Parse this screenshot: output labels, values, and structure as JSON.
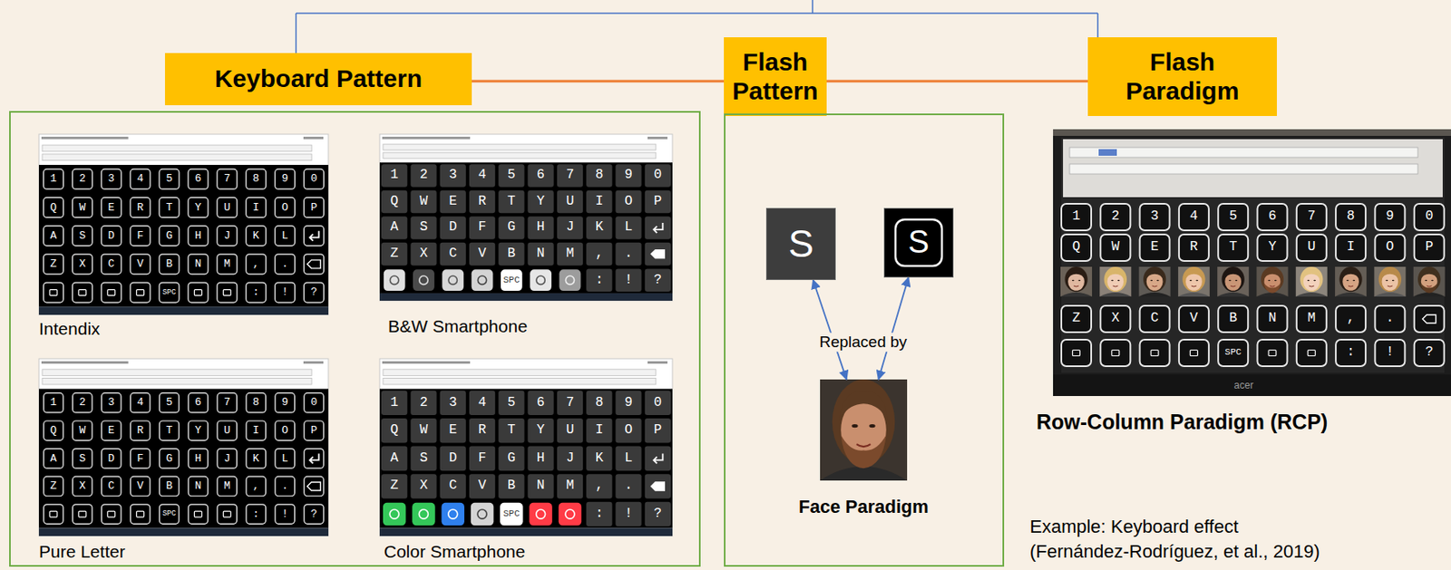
{
  "diagram": {
    "nodes": [
      {
        "text": [
          "Keyboard Pattern"
        ]
      },
      {
        "text": [
          "Intendix",
          "B&W Smartphone",
          "Pure Letter",
          "Color Smartphone"
        ]
      },
      {
        "text": [
          "Flash Pattern"
        ]
      },
      {
        "text": [
          "Replaced by"
        ]
      },
      {
        "text": [
          "S"
        ],
        "in": 3
      },
      {
        "text": [
          "S"
        ],
        "in": 3
      },
      {
        "text": [
          "Face Paradigm"
        ],
        "in": 3
      },
      {
        "text": [
          "Flash Paradigm"
        ]
      },
      {
        "text": [
          "Row-Column Paradigm (RCP)"
        ]
      }
    ],
    "edges": [
      {
        "from": 0,
        "to": 2,
        "arrow": "none"
      },
      {
        "from": 2,
        "to": 7,
        "arrow": "none"
      },
      {
        "from": 6,
        "to": 4,
        "arrow": "both"
      },
      {
        "from": 6,
        "to": 5,
        "arrow": "both"
      }
    ],
    "labels": [
      "1 2 3 4 5 6 7 8 9 0",
      "Q W E R T Y U I O P",
      "A S D F G H J K L",
      "Z X C V B N M , .",
      "SPC",
      ": ! ?",
      "1 2 3 4 5 6 7 8 9 0",
      "Q W E R T Y U I O P",
      "A S D F G H J K L",
      "Z X C V B N M , .",
      "SPC",
      ": ! ?",
      "1 2 3 4 5 6 7 8 9 0",
      "Q W E R T Y U I O P",
      "A S D F G H J K L",
      "Z X C V B N M , .",
      "SPC",
      ": ! ?",
      "1 2 3 4 5 6 7 8 9 0",
      "Q W E R T Y U I O P",
      "A S D F G H J K L",
      "Z X C V B N M , .",
      "SPC",
      ": ! ?",
      "1 2 3 4 5 6 7 8 9 0",
      "Q W E R T Y U I O P",
      "Z X C V B N M , .",
      "SPC",
      ": ! ?",
      "acer",
      "Example: Keyboard effect (Fernández-Rodríguez, et al., 2019)"
    ]
  }
}
